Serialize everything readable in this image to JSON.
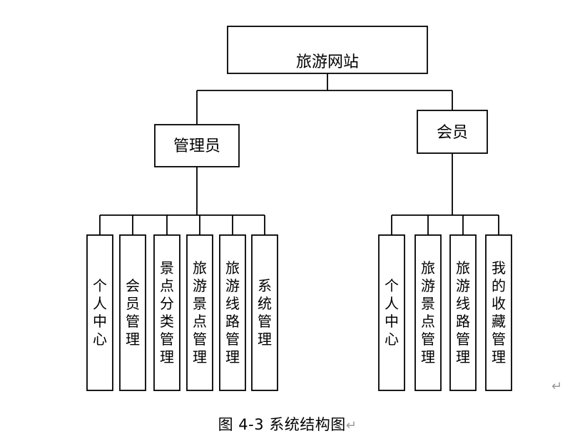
{
  "diagram": {
    "root": "旅游网站",
    "admin": {
      "label": "管理员",
      "children": [
        "个人中心",
        "会员管理",
        "景点分类管理",
        "旅游景点管理",
        "旅游线路管理",
        "系统管理"
      ]
    },
    "member": {
      "label": "会员",
      "children": [
        "个人中心",
        "旅游景点管理",
        "旅游线路管理",
        "我的收藏管理"
      ]
    }
  },
  "caption": "图 4-3  系统结构图",
  "return_mark": "↵"
}
